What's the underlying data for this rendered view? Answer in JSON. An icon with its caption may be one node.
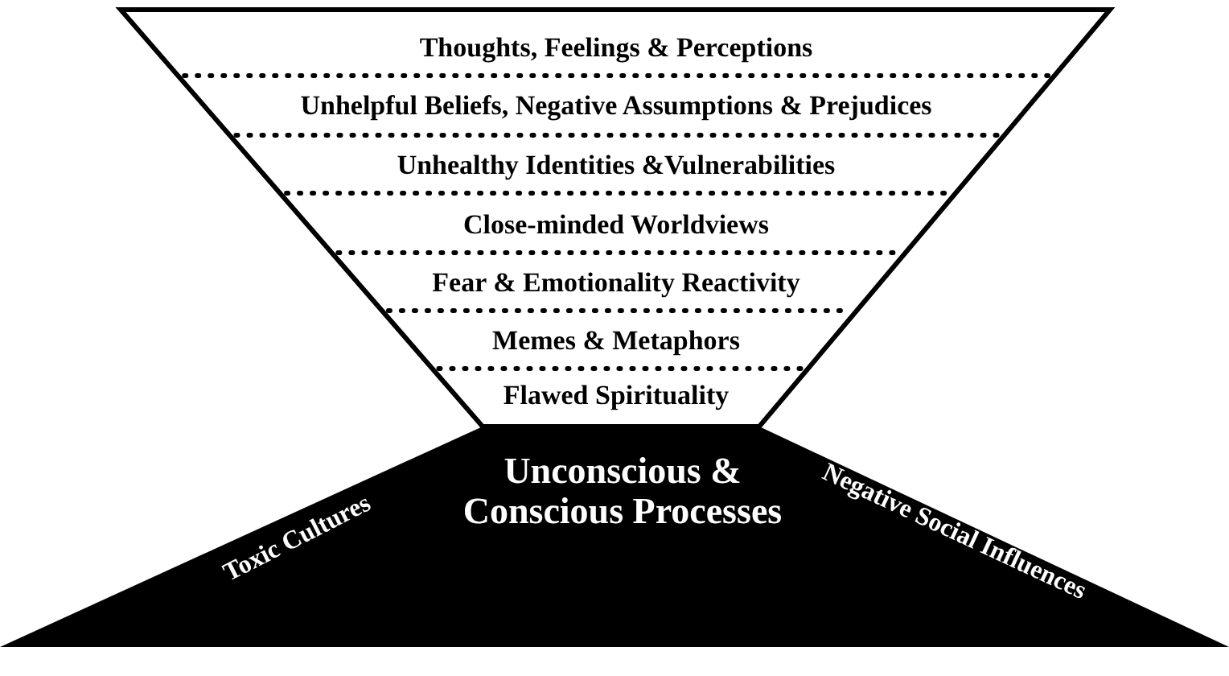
{
  "diagram": {
    "nodes": [
      {
        "text": [
          "Thoughts, Feelings & Perceptions"
        ]
      },
      {
        "text": [
          "Unhelpful Beliefs, Negative Assumptions & Prejudices"
        ]
      },
      {
        "text": [
          "Unhealthy Identities &Vulnerabilities"
        ]
      },
      {
        "text": [
          "Close-minded Worldviews"
        ]
      },
      {
        "text": [
          "Fear & Emotionality Reactivity"
        ]
      },
      {
        "text": [
          "Memes & Metaphors"
        ]
      },
      {
        "text": [
          "Flawed Spirituality"
        ]
      },
      {
        "text": [
          "Unconscious & Conscious Processes",
          "Toxic Cultures",
          "Negative Social Influences"
        ]
      }
    ]
  }
}
